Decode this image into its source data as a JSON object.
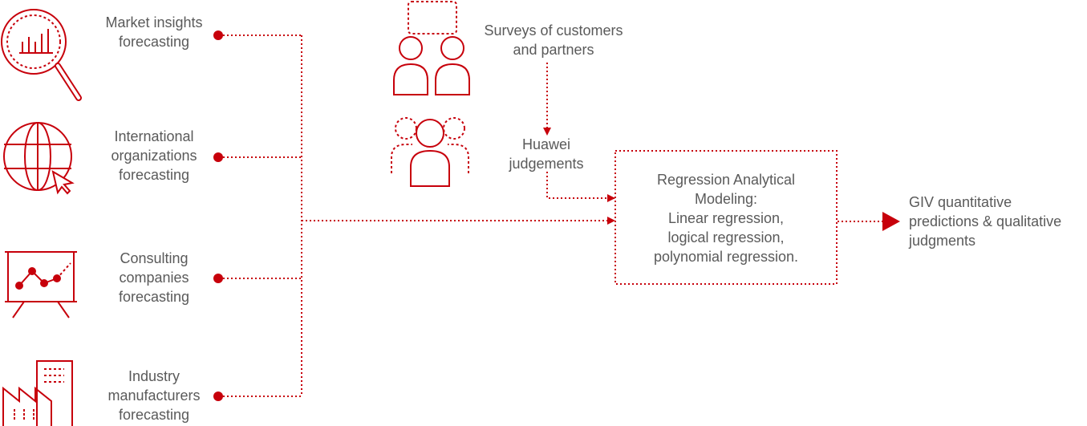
{
  "sources": [
    {
      "icon": "magnifier-chart-icon",
      "lines": [
        "Market insights",
        "forecasting"
      ]
    },
    {
      "icon": "globe-cursor-icon",
      "lines": [
        "International",
        "organizations",
        "forecasting"
      ]
    },
    {
      "icon": "presentation-chart-icon",
      "lines": [
        "Consulting",
        "companies",
        "forecasting"
      ]
    },
    {
      "icon": "factory-icon",
      "lines": [
        "Industry",
        "manufacturers",
        "forecasting"
      ]
    }
  ],
  "surveys": {
    "icon": "two-people-chat-icon",
    "lines": [
      "Surveys of customers",
      "and partners"
    ]
  },
  "judgements": {
    "icon": "group-people-icon",
    "lines": [
      "Huawei",
      "judgements"
    ]
  },
  "model": {
    "lines": [
      "Regression Analytical",
      "Modeling:",
      "Linear regression,",
      "logical regression,",
      "polynomial regression."
    ]
  },
  "output": {
    "lines": [
      "GIV quantitative",
      "predictions & qualitative",
      "judgments"
    ]
  },
  "colors": {
    "accent": "#c7000b",
    "text": "#5a5a5a"
  }
}
